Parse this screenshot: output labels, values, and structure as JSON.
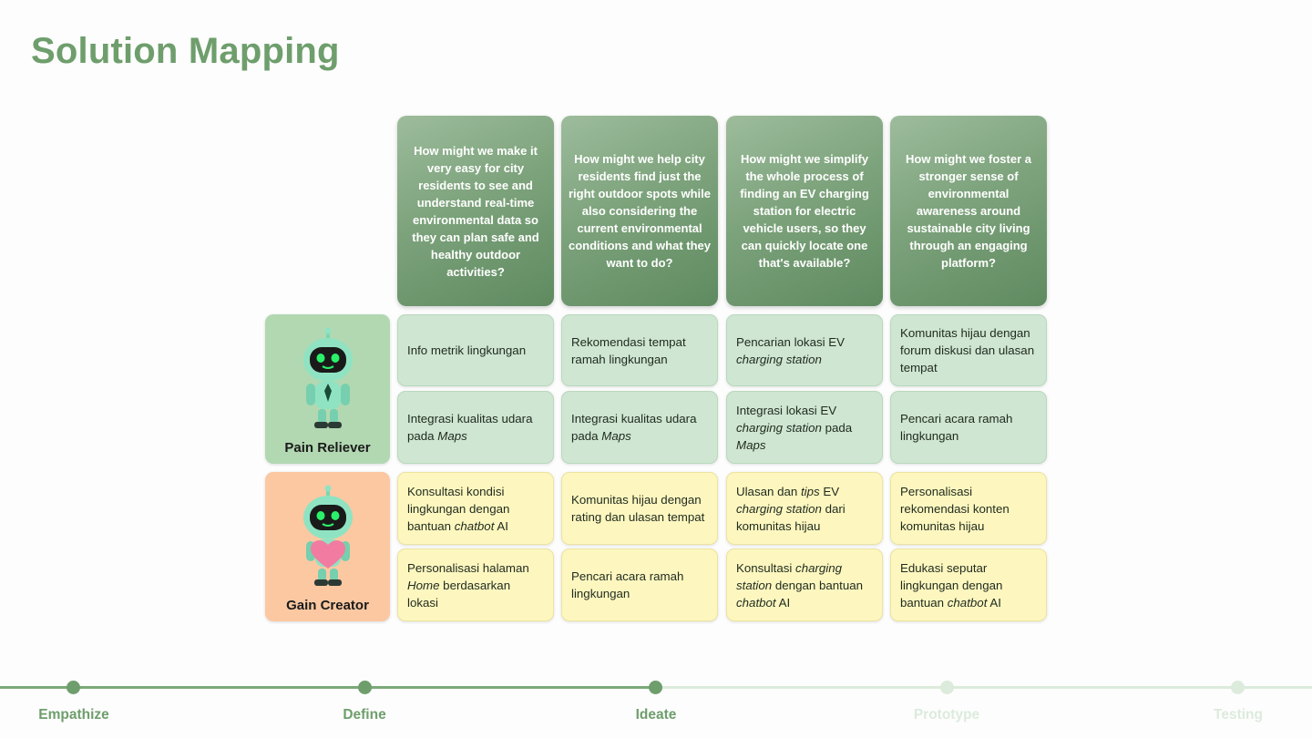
{
  "title": "Solution Mapping",
  "hmw": [
    "How might we make it very easy for city residents to see and understand real-time environmental data so they can plan safe and healthy outdoor activities?",
    "How might we help city residents find just the right outdoor spots while also considering the current environmental conditions and what they want to do?",
    "How might we simplify the whole process of finding an EV charging station for electric vehicle users, so they can quickly locate one that's available?",
    "How might we foster a stronger sense of environmental awareness around sustainable city living through an engaging platform?"
  ],
  "rows": {
    "pain_reliever": {
      "label": "Pain Reliever",
      "color": "#b2d8b2",
      "cells": [
        [
          "Info metrik lingkungan",
          "Integrasi kualitas udara pada <em>Maps</em>"
        ],
        [
          "Rekomendasi tempat ramah lingkungan",
          "Integrasi kualitas udara pada <em>Maps</em>"
        ],
        [
          "Pencarian lokasi EV <em>charging station</em>",
          "Integrasi lokasi EV <em>charging station</em> pada <em>Maps</em>"
        ],
        [
          "Komunitas hijau dengan forum diskusi dan ulasan tempat",
          "Pencari acara ramah lingkungan"
        ]
      ]
    },
    "gain_creator": {
      "label": "Gain Creator",
      "color": "#fbc8a2",
      "cells": [
        [
          "Konsultasi kondisi lingkungan dengan bantuan <em>chatbot</em> AI",
          "Personalisasi halaman <em>Home</em> berdasarkan lokasi"
        ],
        [
          "Komunitas hijau dengan rating dan ulasan tempat",
          "Pencari acara ramah lingkungan"
        ],
        [
          "Ulasan dan <em>tips</em> EV <em>charging station</em> dari komunitas hijau",
          "Konsultasi <em>charging station</em> dengan bantuan <em>chatbot</em> AI"
        ],
        [
          "Personalisasi rekomendasi konten komunitas hijau",
          "Edukasi seputar lingkungan dengan bantuan <em>chatbot</em> AI"
        ]
      ]
    }
  },
  "steps": [
    {
      "label": "Empathize",
      "done": true
    },
    {
      "label": "Define",
      "done": true
    },
    {
      "label": "Ideate",
      "done": true
    },
    {
      "label": "Prototype",
      "done": false
    },
    {
      "label": "Testing",
      "done": false
    }
  ],
  "colors": {
    "accent": "#6e9e6c",
    "inactive": "#dcebdc"
  },
  "icons": {
    "robot": "robot-icon",
    "heart": "heart-icon"
  }
}
